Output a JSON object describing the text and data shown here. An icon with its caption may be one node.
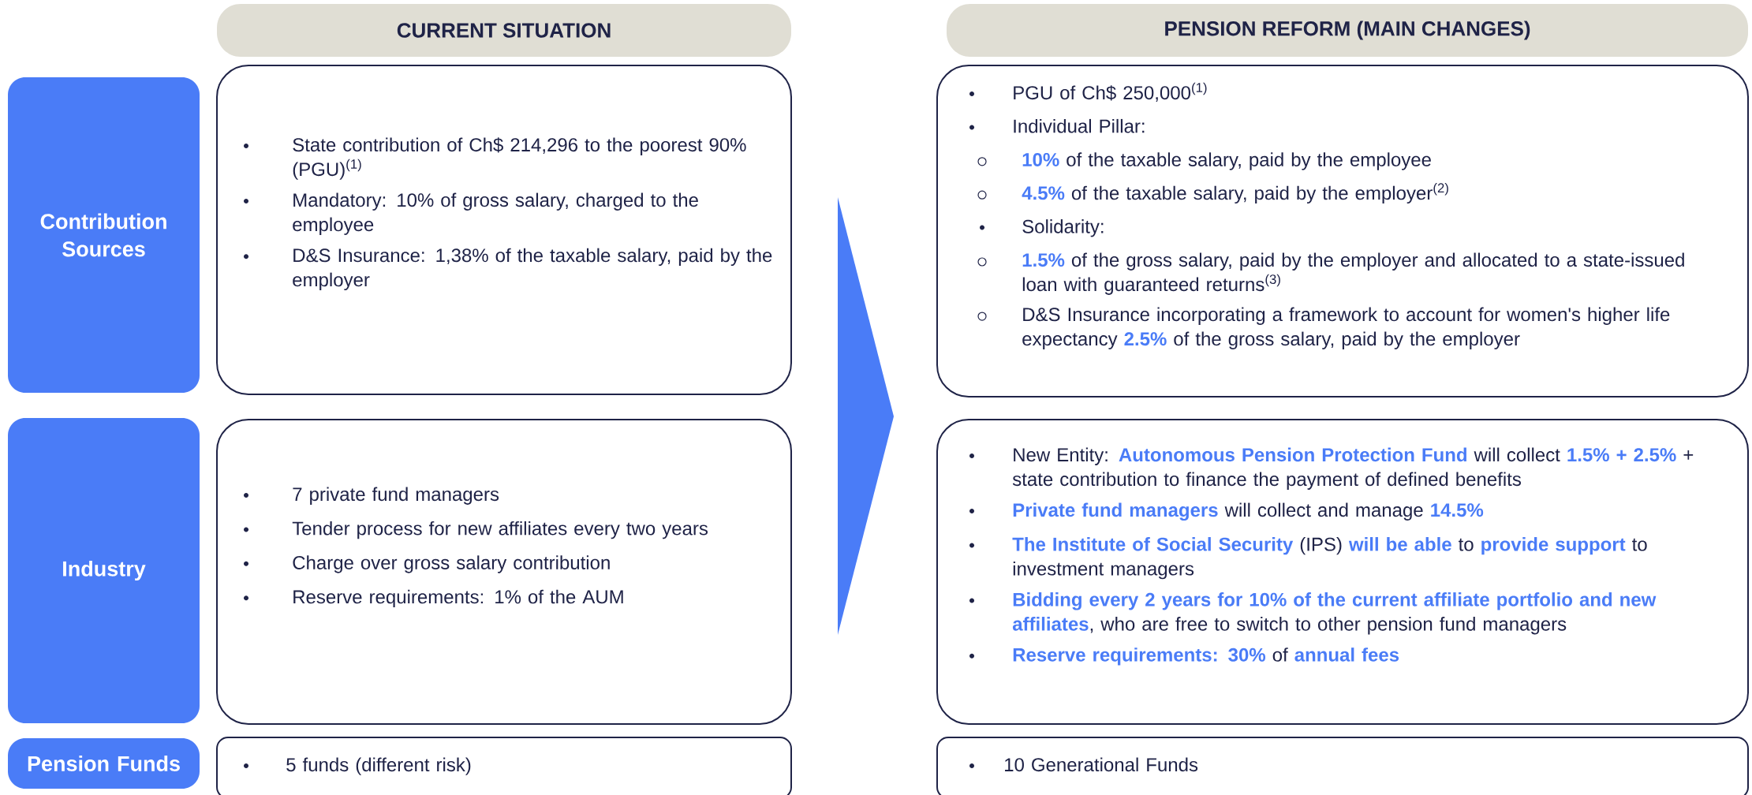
{
  "diagram": {
    "nodes": [
      {
        "text": [
          "CURRENT SITUATION"
        ]
      },
      {
        "text": [
          "PENSION REFORM (MAIN CHANGES)"
        ]
      },
      {
        "text": [
          "Contribution Sources"
        ]
      },
      {
        "text": [
          "State contribution of Ch$ 214,296 to the poorest 90% (PGU)$^{(1)}$",
          "Mandatory: 10% of gross salary, charged to the employee",
          "D&S Insurance: 1,38% of the taxable salary, paid by the employer"
        ]
      },
      {
        "text": [
          "PGU of Ch$ 250,000$^{(1)}$",
          "Individual Pillar:",
          "**10%** of the taxable salary, paid by the employee",
          "**4.5%** of the taxable salary, paid by the employer$^{(2)}$",
          "Solidarity:",
          "**1.5%** of the gross salary, paid by the employer and allocated to a state-issued loan with guaranteed returns$^{(3)}$",
          "D&S Insurance incorporating a framework to account for women's higher life expectancy **2.5%** of the gross salary, paid by the employer"
        ]
      },
      {
        "text": [
          "Industry"
        ]
      },
      {
        "text": [
          "7 private fund managers",
          "Tender process for new affiliates every two years",
          "Charge over gross salary contribution",
          "Reserve requirements: 1% of the AUM"
        ]
      },
      {
        "text": [
          "New Entity: **Autonomous Pension Protection Fund** will collect **1.5% + 2.5%** + state contribution to finance the payment of defined benefits",
          "**Private fund managers** will collect and manage **14.5%**",
          "**The Institute of Social Security** (IPS) **will be able** to **provide support** to investment managers",
          "**Bidding every 2 years for 10% of the current affiliate portfolio and new affiliates**, who are free to switch to other pension fund managers",
          "**Reserve requirements: 30%** of **annual fees**"
        ]
      },
      {
        "text": [
          "Pension Funds"
        ]
      },
      {
        "text": [
          "5 funds (different risk)"
        ]
      },
      {
        "text": [
          "10 Generational Funds"
        ]
      }
    ]
  }
}
